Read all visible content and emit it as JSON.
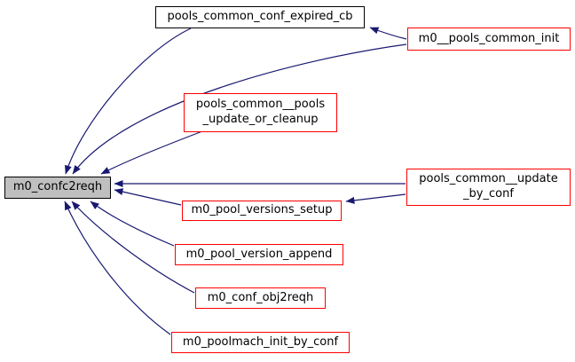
{
  "diagram": {
    "kind": "doxygen-caller-graph",
    "colors": {
      "edge": "#191970",
      "node_border_default": "#000000",
      "node_border_highlight": "#ff0000",
      "current_node_fill": "#bfbfbf",
      "node_fill": "#ffffff",
      "text": "#000000",
      "background": "#ffffff"
    },
    "nodes": [
      {
        "id": "m0_confc2reqh",
        "label": "m0_confc2reqh",
        "style": "current"
      },
      {
        "id": "pools_common_conf_expired_cb",
        "label": "pools_common_conf_expired_cb",
        "style": "default"
      },
      {
        "id": "m0__pools_common_init",
        "label": "m0__pools_common_init",
        "style": "highlight"
      },
      {
        "id": "pools_common__pools_update_or_cleanup",
        "label": "pools_common__pools\n_update_or_cleanup",
        "style": "highlight"
      },
      {
        "id": "pools_common__update_by_conf",
        "label": "pools_common__update\n_by_conf",
        "style": "highlight"
      },
      {
        "id": "m0_pool_versions_setup",
        "label": "m0_pool_versions_setup",
        "style": "highlight"
      },
      {
        "id": "m0_pool_version_append",
        "label": "m0_pool_version_append",
        "style": "highlight"
      },
      {
        "id": "m0_conf_obj2reqh",
        "label": "m0_conf_obj2reqh",
        "style": "highlight"
      },
      {
        "id": "m0_poolmach_init_by_conf",
        "label": "m0_poolmach_init_by_conf",
        "style": "highlight"
      }
    ],
    "edges": [
      {
        "from": "pools_common_conf_expired_cb",
        "to": "m0_confc2reqh"
      },
      {
        "from": "m0__pools_common_init",
        "to": "pools_common_conf_expired_cb"
      },
      {
        "from": "m0__pools_common_init",
        "to": "m0_confc2reqh"
      },
      {
        "from": "pools_common__pools_update_or_cleanup",
        "to": "m0_confc2reqh"
      },
      {
        "from": "pools_common__update_by_conf",
        "to": "m0_confc2reqh"
      },
      {
        "from": "pools_common__update_by_conf",
        "to": "m0_pool_versions_setup"
      },
      {
        "from": "m0_pool_versions_setup",
        "to": "m0_confc2reqh"
      },
      {
        "from": "m0_pool_version_append",
        "to": "m0_confc2reqh"
      },
      {
        "from": "m0_conf_obj2reqh",
        "to": "m0_confc2reqh"
      },
      {
        "from": "m0_poolmach_init_by_conf",
        "to": "m0_confc2reqh"
      }
    ]
  }
}
